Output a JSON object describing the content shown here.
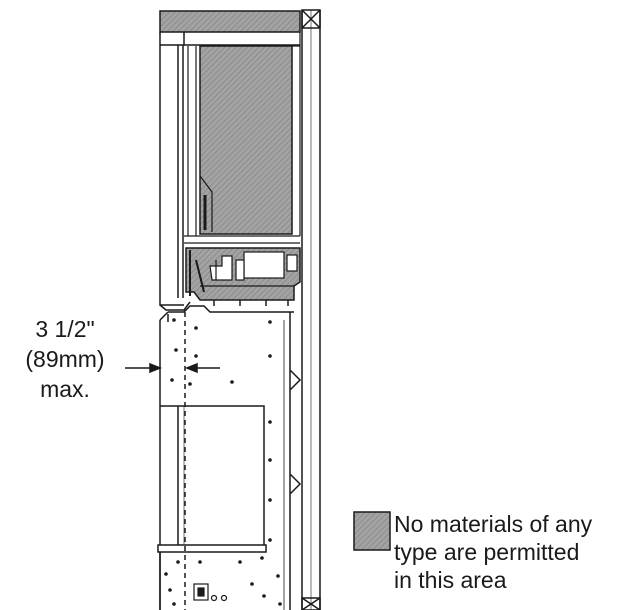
{
  "dimension": {
    "value_imperial": "3 1/2\"",
    "value_metric": "(89mm)",
    "qualifier": "max."
  },
  "legend": {
    "line1": "No materials of any",
    "line2": "type are permitted",
    "line3": "in this area"
  },
  "colors": {
    "hatch_fill": "#9a9a9a",
    "line": "#1a1a1a",
    "background": "#ffffff"
  }
}
